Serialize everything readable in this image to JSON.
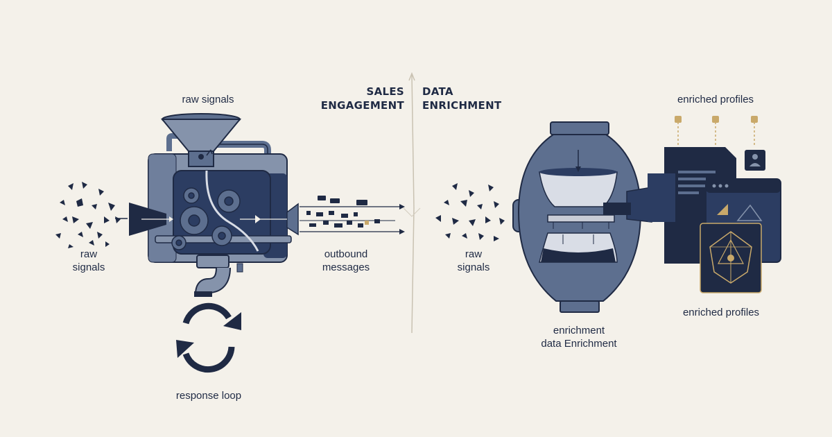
{
  "header": {
    "left_line1": "SALES",
    "left_line2": "ENGAGEMENT",
    "right_line1": "DATA",
    "right_line2": "ENRICHMENT"
  },
  "left": {
    "top_label": "raw signals",
    "input_label_line1": "raw",
    "input_label_line2": "signals",
    "output_label_line1": "outbound",
    "output_label_line2": "messages",
    "loop_label": "response loop"
  },
  "right": {
    "input_label_line1": "raw",
    "input_label_line2": "signals",
    "top_label": "enriched profiles",
    "bottom_label": "enriched profiles",
    "machine_label_line1": "enrichment",
    "machine_label_line2": "data Enrichment"
  },
  "colors": {
    "background": "#f4f1ea",
    "navy": "#1f2a44",
    "slate": "#5d6f8f",
    "slate_light": "#8593ab",
    "gold": "#c9a96a"
  }
}
